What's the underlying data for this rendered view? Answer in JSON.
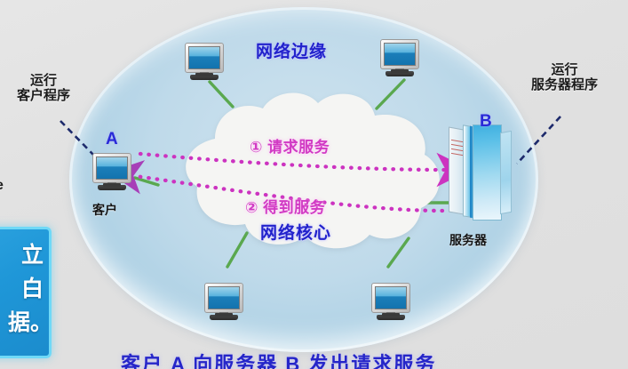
{
  "slide": {
    "title_caption": "客户 A 向服务器 B 发出请求服务",
    "background_color": "#e2e2e2",
    "ellipse_color": "#b9daea",
    "cloud_color": "#f4f4f2"
  },
  "regions": {
    "network_edge_label": "网络边缘",
    "network_core_label": "网络核心"
  },
  "annotations": {
    "left": {
      "line1": "运行",
      "line2": "客户程序"
    },
    "right": {
      "line1": "运行",
      "line2": "服务器程序"
    }
  },
  "nodes": {
    "client": {
      "tag": "A",
      "label": "客户",
      "icon": "desktop-computer-icon"
    },
    "server": {
      "tag": "B",
      "label": "服务器",
      "icon": "server-tower-icon"
    },
    "edge_hosts": [
      {
        "icon": "desktop-computer-icon"
      },
      {
        "icon": "desktop-computer-icon"
      },
      {
        "icon": "desktop-computer-icon"
      },
      {
        "icon": "desktop-computer-icon"
      }
    ]
  },
  "flows": [
    {
      "step": "①",
      "label": "请求服务",
      "direction": "client-to-server",
      "color": "#d13bc4",
      "style": "dotted"
    },
    {
      "step": "②",
      "label": "得到服务",
      "direction": "server-to-client",
      "color": "#d13bc4",
      "style": "dotted"
    }
  ],
  "callout_box": {
    "visible_text_lines": [
      "立",
      "白",
      "据。"
    ],
    "fill_color": "#1f97d8",
    "border_color": "#6fd9f7"
  },
  "cropped_glyph": "e"
}
